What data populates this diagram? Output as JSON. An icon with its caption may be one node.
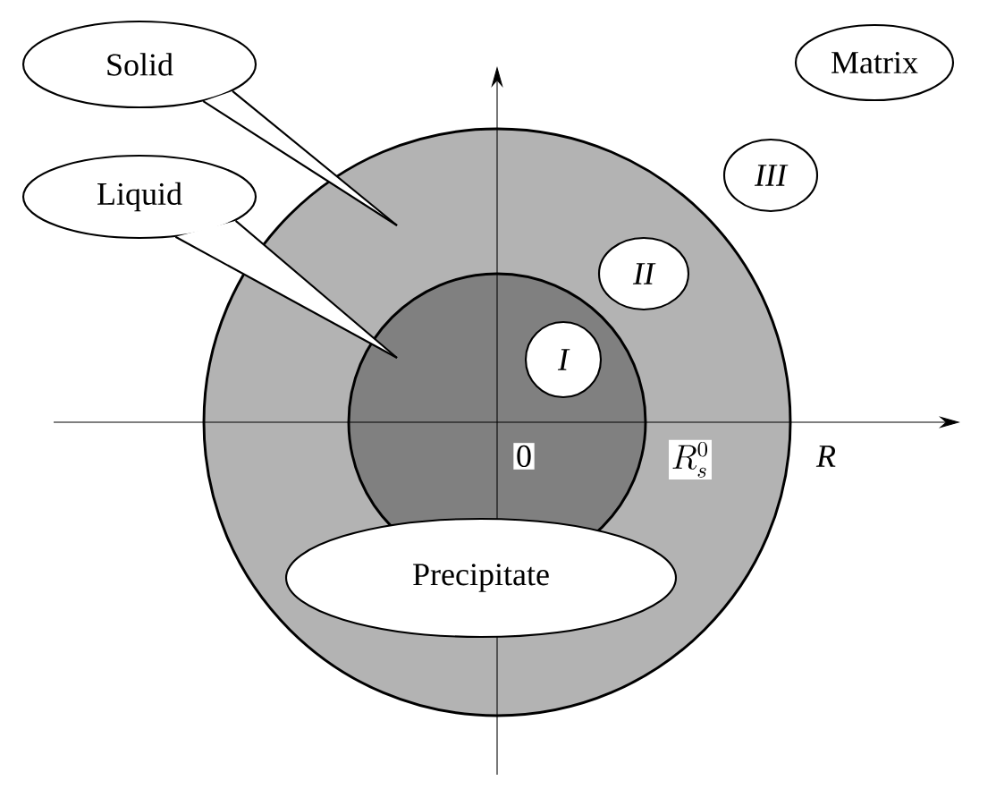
{
  "diagram": {
    "nodes": [
      {
        "text": [
          "Solid"
        ]
      },
      {
        "text": [
          "Liquid"
        ]
      },
      {
        "text": [
          "Matrix"
        ]
      },
      {
        "text": [
          "III"
        ]
      },
      {
        "text": [
          "II"
        ]
      },
      {
        "text": [
          "I"
        ]
      },
      {
        "text": [
          "Precipitate"
        ]
      }
    ],
    "edges": [
      {
        "from": 0,
        "to": null,
        "arrow": "none"
      },
      {
        "from": 1,
        "to": null,
        "arrow": "none"
      }
    ],
    "labels": [
      "0",
      "R_s^0",
      "R"
    ]
  }
}
